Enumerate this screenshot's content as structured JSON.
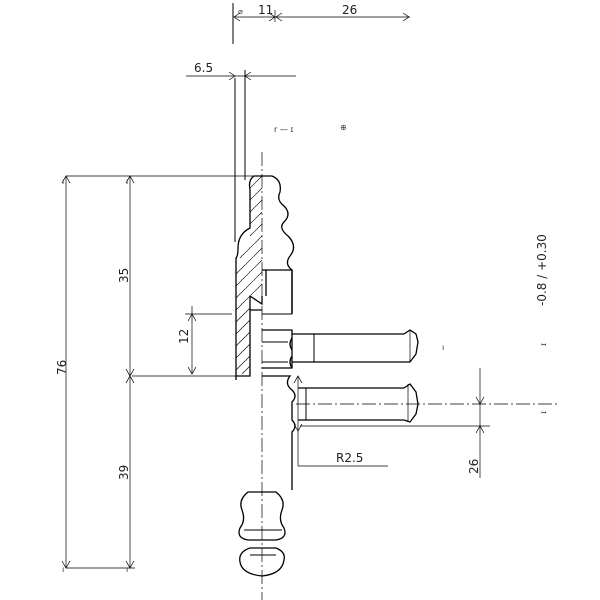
{
  "dimensions": {
    "d_11": "11",
    "d_26": "26",
    "d_6_5": "6.5",
    "d_35": "35",
    "d_76": "76",
    "d_12": "12",
    "d_39": "39",
    "d_r2_5": "R2.5",
    "d_26_v": "26",
    "tol": "-0.8 / +0.30"
  }
}
